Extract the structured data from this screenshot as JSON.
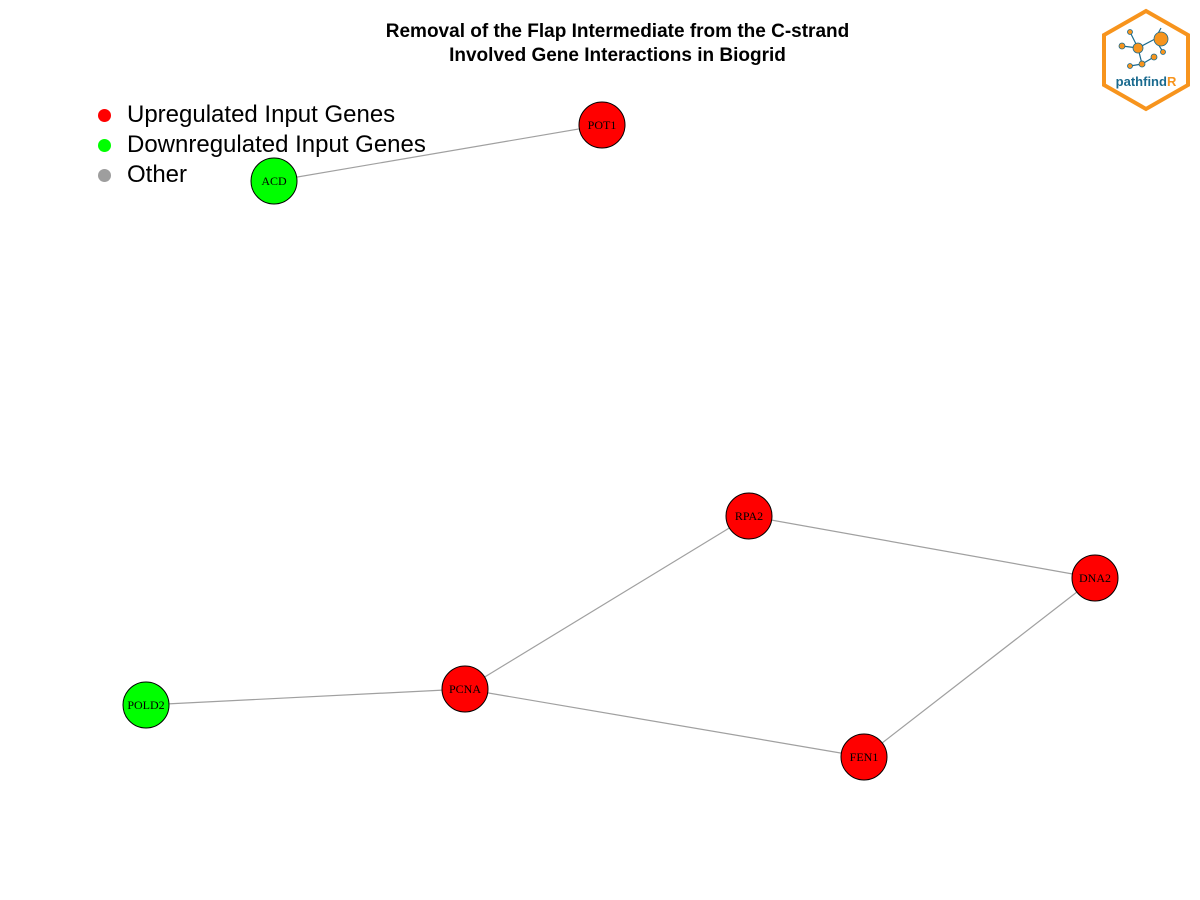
{
  "title": {
    "line1": "Removal of the Flap Intermediate from the C-strand",
    "line2": "Involved Gene Interactions in Biogrid"
  },
  "legend": [
    {
      "label": "Upregulated Input Genes",
      "color": "#ff0000"
    },
    {
      "label": "Downregulated Input Genes",
      "color": "#00ff00"
    },
    {
      "label": "Other",
      "color": "#9e9e9e"
    }
  ],
  "logo": {
    "text_main": "pathfind",
    "text_accent": "R",
    "accent_color": "#f7941d",
    "text_color": "#1a6a8e"
  },
  "colors": {
    "edge": "#a0a0a0",
    "node_stroke": "#000000"
  },
  "network": {
    "nodes": [
      {
        "id": "POT1",
        "label": "POT1",
        "group": "up"
      },
      {
        "id": "ACD",
        "label": "ACD",
        "group": "down"
      },
      {
        "id": "RPA2",
        "label": "RPA2",
        "group": "up"
      },
      {
        "id": "DNA2",
        "label": "DNA2",
        "group": "up"
      },
      {
        "id": "PCNA",
        "label": "PCNA",
        "group": "up"
      },
      {
        "id": "POLD2",
        "label": "POLD2",
        "group": "down"
      },
      {
        "id": "FEN1",
        "label": "FEN1",
        "group": "up"
      }
    ],
    "edges": [
      {
        "source": "ACD",
        "target": "POT1"
      },
      {
        "source": "POLD2",
        "target": "PCNA"
      },
      {
        "source": "PCNA",
        "target": "RPA2"
      },
      {
        "source": "PCNA",
        "target": "FEN1"
      },
      {
        "source": "RPA2",
        "target": "DNA2"
      },
      {
        "source": "FEN1",
        "target": "DNA2"
      }
    ]
  }
}
